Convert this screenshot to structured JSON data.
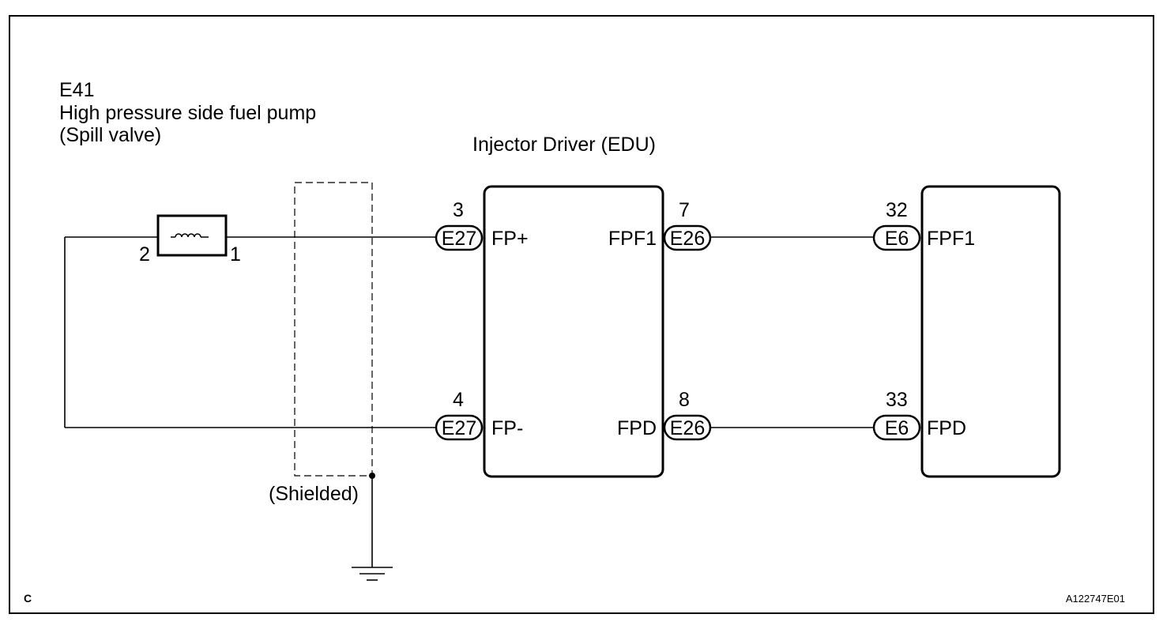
{
  "component": {
    "code": "E41",
    "name": "High pressure side fuel pump",
    "sub": "(Spill valve)",
    "pin_left": "2",
    "pin_right": "1"
  },
  "edu": {
    "title": "Injector Driver (EDU)",
    "in_upper": {
      "pin": "3",
      "connector": "E27",
      "terminal": "FP+"
    },
    "in_lower": {
      "pin": "4",
      "connector": "E27",
      "terminal": "FP-"
    },
    "out_upper": {
      "pin": "7",
      "connector": "E26",
      "terminal": "FPF1"
    },
    "out_lower": {
      "pin": "8",
      "connector": "E26",
      "terminal": "FPD"
    }
  },
  "ecm": {
    "upper": {
      "pin": "32",
      "connector": "E6",
      "terminal": "FPF1"
    },
    "lower": {
      "pin": "33",
      "connector": "E6",
      "terminal": "FPD"
    }
  },
  "shield_label": "(Shielded)",
  "corner_letter": "C",
  "figure_id": "A122747E01"
}
